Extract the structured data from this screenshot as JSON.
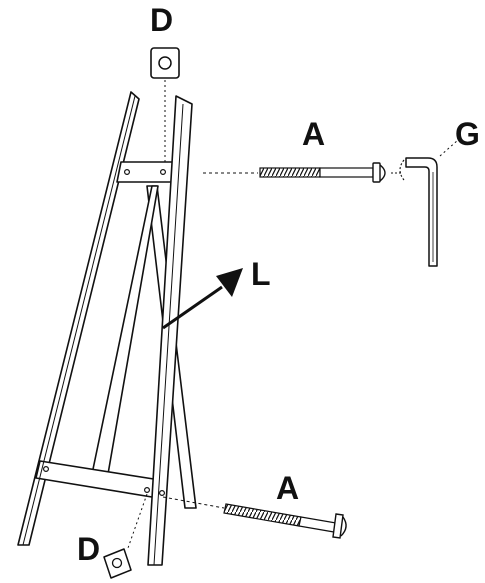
{
  "labels": {
    "d_top": "D",
    "a_top": "A",
    "g": "G",
    "l": "L",
    "a_bottom": "A",
    "d_bottom": "D"
  },
  "colors": {
    "ink": "#111111",
    "paper": "#ffffff"
  }
}
